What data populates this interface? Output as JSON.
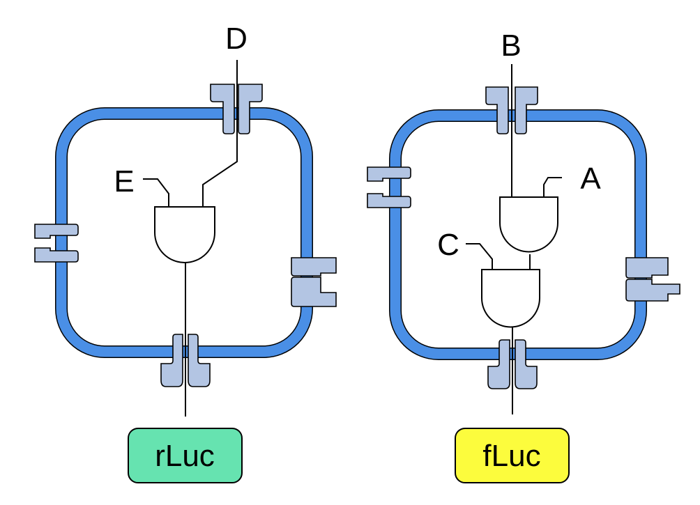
{
  "left_cell": {
    "input_labels": [
      "D",
      "E"
    ],
    "output_label": "rLuc",
    "output_color": "#66e3b0"
  },
  "right_cell": {
    "input_labels": [
      "B",
      "A",
      "C"
    ],
    "output_label": "fLuc",
    "output_color": "#fcfc3d"
  },
  "colors": {
    "membrane": "#4a8fe6",
    "channel": "#b3c5e3",
    "gate_fill": "#ffffff"
  }
}
